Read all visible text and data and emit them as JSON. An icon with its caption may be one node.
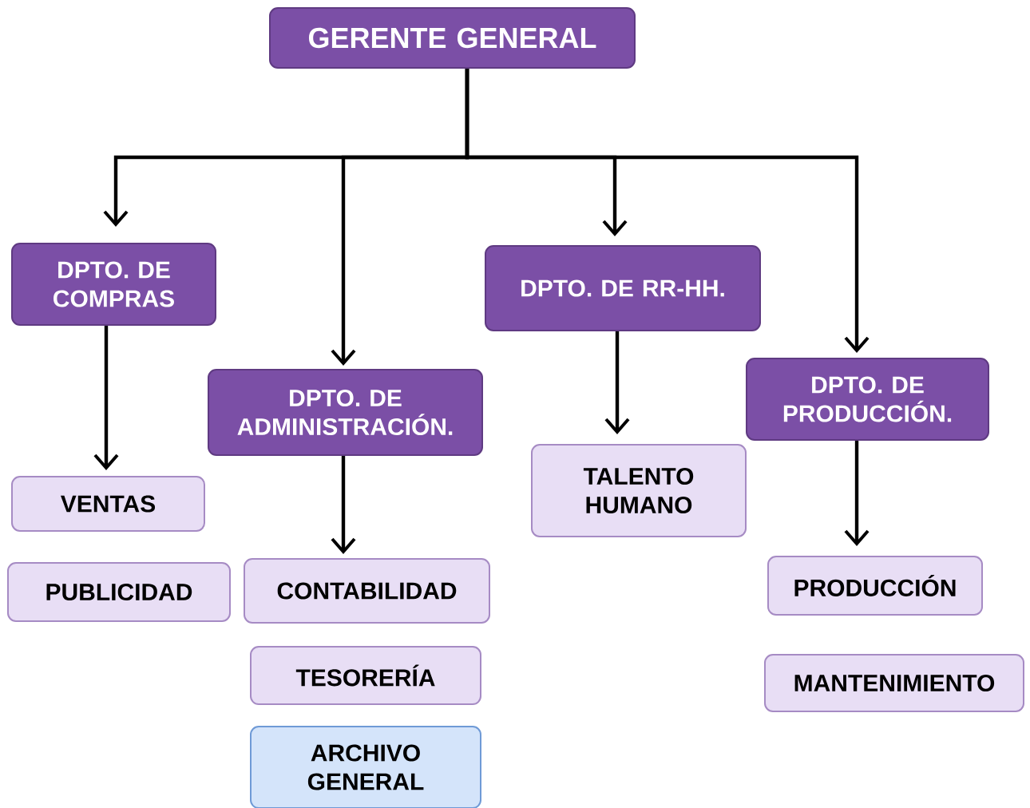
{
  "diagram": {
    "nodes": [
      {
        "text": [
          "GERENTE GENERAL"
        ]
      },
      {
        "text": [
          "DPTO. DE COMPRAS"
        ]
      },
      {
        "text": [
          "DPTO. DE ADMINISTRACIÓN."
        ]
      },
      {
        "text": [
          "DPTO. DE RR-HH."
        ]
      },
      {
        "text": [
          "DPTO. DE PRODUCCIÓN."
        ]
      },
      {
        "text": [
          "VENTAS"
        ]
      },
      {
        "text": [
          "PUBLICIDAD"
        ]
      },
      {
        "text": [
          "CONTABILIDAD"
        ]
      },
      {
        "text": [
          "TESORERÍA"
        ]
      },
      {
        "text": [
          "ARCHIVO GENERAL"
        ]
      },
      {
        "text": [
          "TALENTO HUMANO"
        ]
      },
      {
        "text": [
          "PRODUCCIÓN"
        ]
      },
      {
        "text": [
          "MANTENIMIENTO"
        ]
      }
    ],
    "edges": [
      {
        "from": 0,
        "to": 1,
        "arrow": "to"
      },
      {
        "from": 0,
        "to": 2,
        "arrow": "to"
      },
      {
        "from": 0,
        "to": 3,
        "arrow": "to"
      },
      {
        "from": 0,
        "to": 4,
        "arrow": "to"
      },
      {
        "from": 1,
        "to": 5,
        "arrow": "to"
      },
      {
        "from": 2,
        "to": 7,
        "arrow": "to"
      },
      {
        "from": 3,
        "to": 10,
        "arrow": "to"
      },
      {
        "from": 4,
        "to": 11,
        "arrow": "to"
      }
    ]
  }
}
